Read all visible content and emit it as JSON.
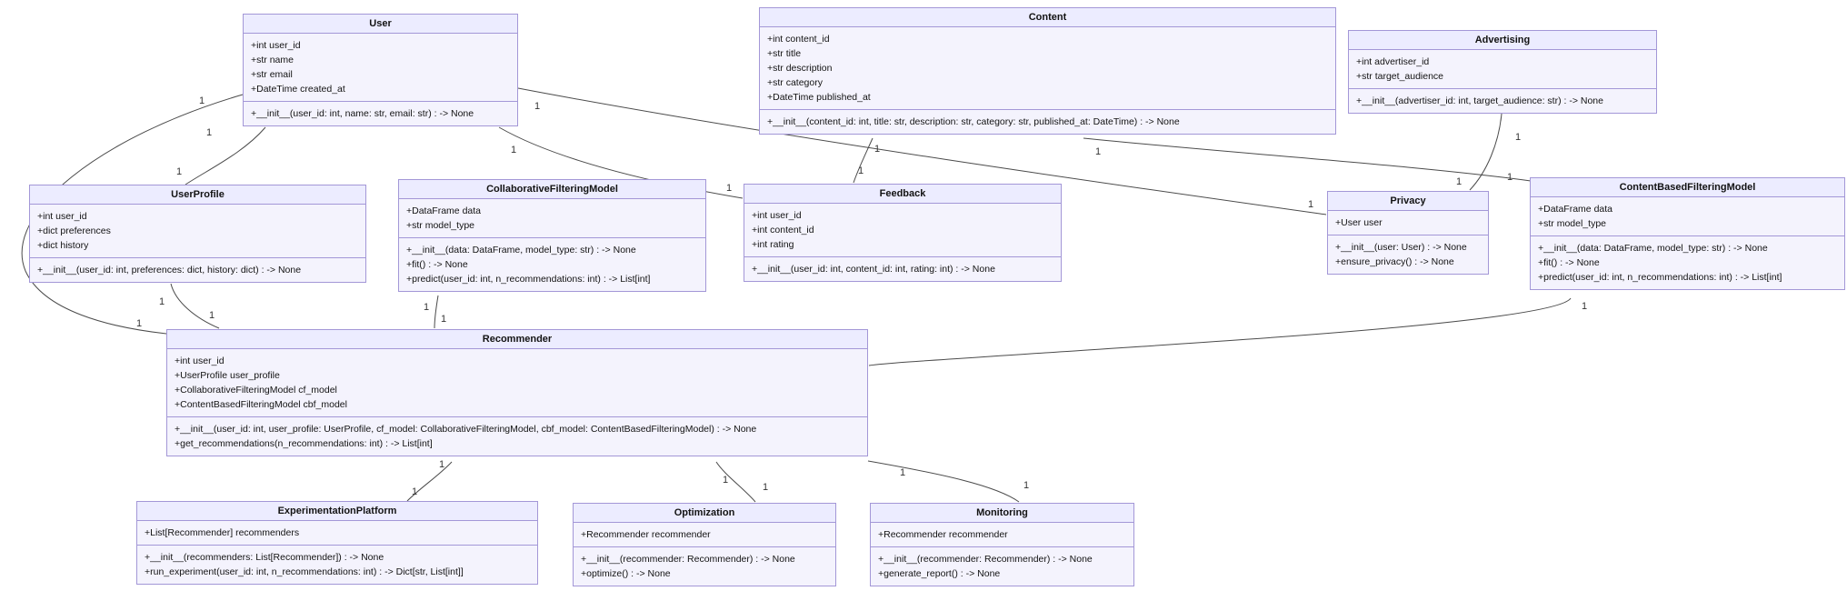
{
  "diagram": {
    "type": "uml-class-diagram",
    "background": "#ffffff",
    "node_fill": "#ececff",
    "node_border": "#9370db",
    "edge_color": "#4b4b4b",
    "classes": [
      {
        "name": "User",
        "attrs": [
          "+int user_id",
          "+str name",
          "+str email",
          "+DateTime created_at"
        ],
        "methods": [
          "+__init__(user_id: int, name: str, email: str) : -> None"
        ]
      },
      {
        "name": "Content",
        "attrs": [
          "+int content_id",
          "+str title",
          "+str description",
          "+str category",
          "+DateTime published_at"
        ],
        "methods": [
          "+__init__(content_id: int, title: str, description: str, category: str, published_at: DateTime) : -> None"
        ]
      },
      {
        "name": "Advertising",
        "attrs": [
          "+int advertiser_id",
          "+str target_audience"
        ],
        "methods": [
          "+__init__(advertiser_id: int, target_audience: str) : -> None"
        ]
      },
      {
        "name": "UserProfile",
        "attrs": [
          "+int user_id",
          "+dict preferences",
          "+dict history"
        ],
        "methods": [
          "+__init__(user_id: int, preferences: dict, history: dict) : -> None"
        ]
      },
      {
        "name": "CollaborativeFilteringModel",
        "attrs": [
          "+DataFrame data",
          "+str model_type"
        ],
        "methods": [
          "+__init__(data: DataFrame, model_type: str) : -> None",
          "+fit() : -> None",
          "+predict(user_id: int, n_recommendations: int) : -> List[int]"
        ]
      },
      {
        "name": "Feedback",
        "attrs": [
          "+int user_id",
          "+int content_id",
          "+int rating"
        ],
        "methods": [
          "+__init__(user_id: int, content_id: int, rating: int) : -> None"
        ]
      },
      {
        "name": "Privacy",
        "attrs": [
          "+User user"
        ],
        "methods": [
          "+__init__(user: User) : -> None",
          "+ensure_privacy() : -> None"
        ]
      },
      {
        "name": "ContentBasedFilteringModel",
        "attrs": [
          "+DataFrame data",
          "+str model_type"
        ],
        "methods": [
          "+__init__(data: DataFrame, model_type: str) : -> None",
          "+fit() : -> None",
          "+predict(user_id: int, n_recommendations: int) : -> List[int]"
        ]
      },
      {
        "name": "Recommender",
        "attrs": [
          "+int user_id",
          "+UserProfile user_profile",
          "+CollaborativeFilteringModel cf_model",
          "+ContentBasedFilteringModel cbf_model"
        ],
        "methods": [
          "+__init__(user_id: int, user_profile: UserProfile, cf_model: CollaborativeFilteringModel, cbf_model: ContentBasedFilteringModel) : -> None",
          "+get_recommendations(n_recommendations: int) : -> List[int]"
        ]
      },
      {
        "name": "ExperimentationPlatform",
        "attrs": [
          "+List[Recommender] recommenders"
        ],
        "methods": [
          "+__init__(recommenders: List[Recommender]) : -> None",
          "+run_experiment(user_id: int, n_recommendations: int) : -> Dict[str, List[int]]"
        ]
      },
      {
        "name": "Optimization",
        "attrs": [
          "+Recommender recommender"
        ],
        "methods": [
          "+__init__(recommender: Recommender) : -> None",
          "+optimize() : -> None"
        ]
      },
      {
        "name": "Monitoring",
        "attrs": [
          "+Recommender recommender"
        ],
        "methods": [
          "+__init__(recommender: Recommender) : -> None",
          "+generate_report() : -> None"
        ]
      }
    ],
    "relationships": [
      {
        "from": "User",
        "to": "UserProfile",
        "from_card": "1",
        "to_card": "1"
      },
      {
        "from": "User",
        "to": "Recommender",
        "from_card": "1",
        "to_card": "1"
      },
      {
        "from": "User",
        "to": "Feedback",
        "from_card": "1",
        "to_card": "1"
      },
      {
        "from": "User",
        "to": "Privacy",
        "from_card": "1",
        "to_card": "1"
      },
      {
        "from": "Content",
        "to": "Feedback",
        "from_card": "1",
        "to_card": "1"
      },
      {
        "from": "Content",
        "to": "ContentBasedFilteringModel",
        "from_card": "1",
        "to_card": "1"
      },
      {
        "from": "Advertising",
        "to": "Privacy",
        "from_card": "1",
        "to_card": "1"
      },
      {
        "from": "UserProfile",
        "to": "Recommender",
        "from_card": "1",
        "to_card": "1"
      },
      {
        "from": "CollaborativeFilteringModel",
        "to": "Recommender",
        "from_card": "1",
        "to_card": "1"
      },
      {
        "from": "ContentBasedFilteringModel",
        "to": "Recommender",
        "from_card": "1",
        "to_card": "1"
      },
      {
        "from": "Recommender",
        "to": "ExperimentationPlatform",
        "from_card": "1",
        "to_card": "1"
      },
      {
        "from": "Recommender",
        "to": "Optimization",
        "from_card": "1",
        "to_card": "1"
      },
      {
        "from": "Recommender",
        "to": "Monitoring",
        "from_card": "1",
        "to_card": "1"
      }
    ]
  }
}
